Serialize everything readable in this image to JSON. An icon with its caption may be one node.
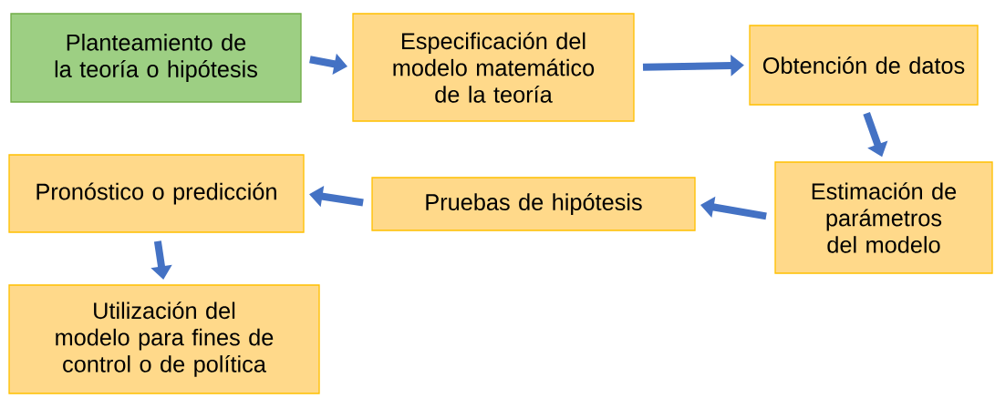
{
  "diagram": {
    "nodes": [
      {
        "text": [
          "Planteamiento de la teoría o hipótesis"
        ]
      },
      {
        "text": [
          "Especificación del modelo matemático de la teoría"
        ]
      },
      {
        "text": [
          "Obtención de datos"
        ]
      },
      {
        "text": [
          "Estimación de parámetros del modelo"
        ]
      },
      {
        "text": [
          "Pruebas de hipótesis"
        ]
      },
      {
        "text": [
          "Pronóstico o predicción"
        ]
      },
      {
        "text": [
          "Utilización del modelo para fines de control o de política"
        ]
      }
    ],
    "edges": [
      {
        "from": 0,
        "to": 1,
        "arrow": "to"
      },
      {
        "from": 1,
        "to": 2,
        "arrow": "to"
      },
      {
        "from": 2,
        "to": 3,
        "arrow": "to"
      },
      {
        "from": 3,
        "to": 4,
        "arrow": "to"
      },
      {
        "from": 4,
        "to": 5,
        "arrow": "to"
      },
      {
        "from": 5,
        "to": 6,
        "arrow": "to"
      }
    ]
  }
}
